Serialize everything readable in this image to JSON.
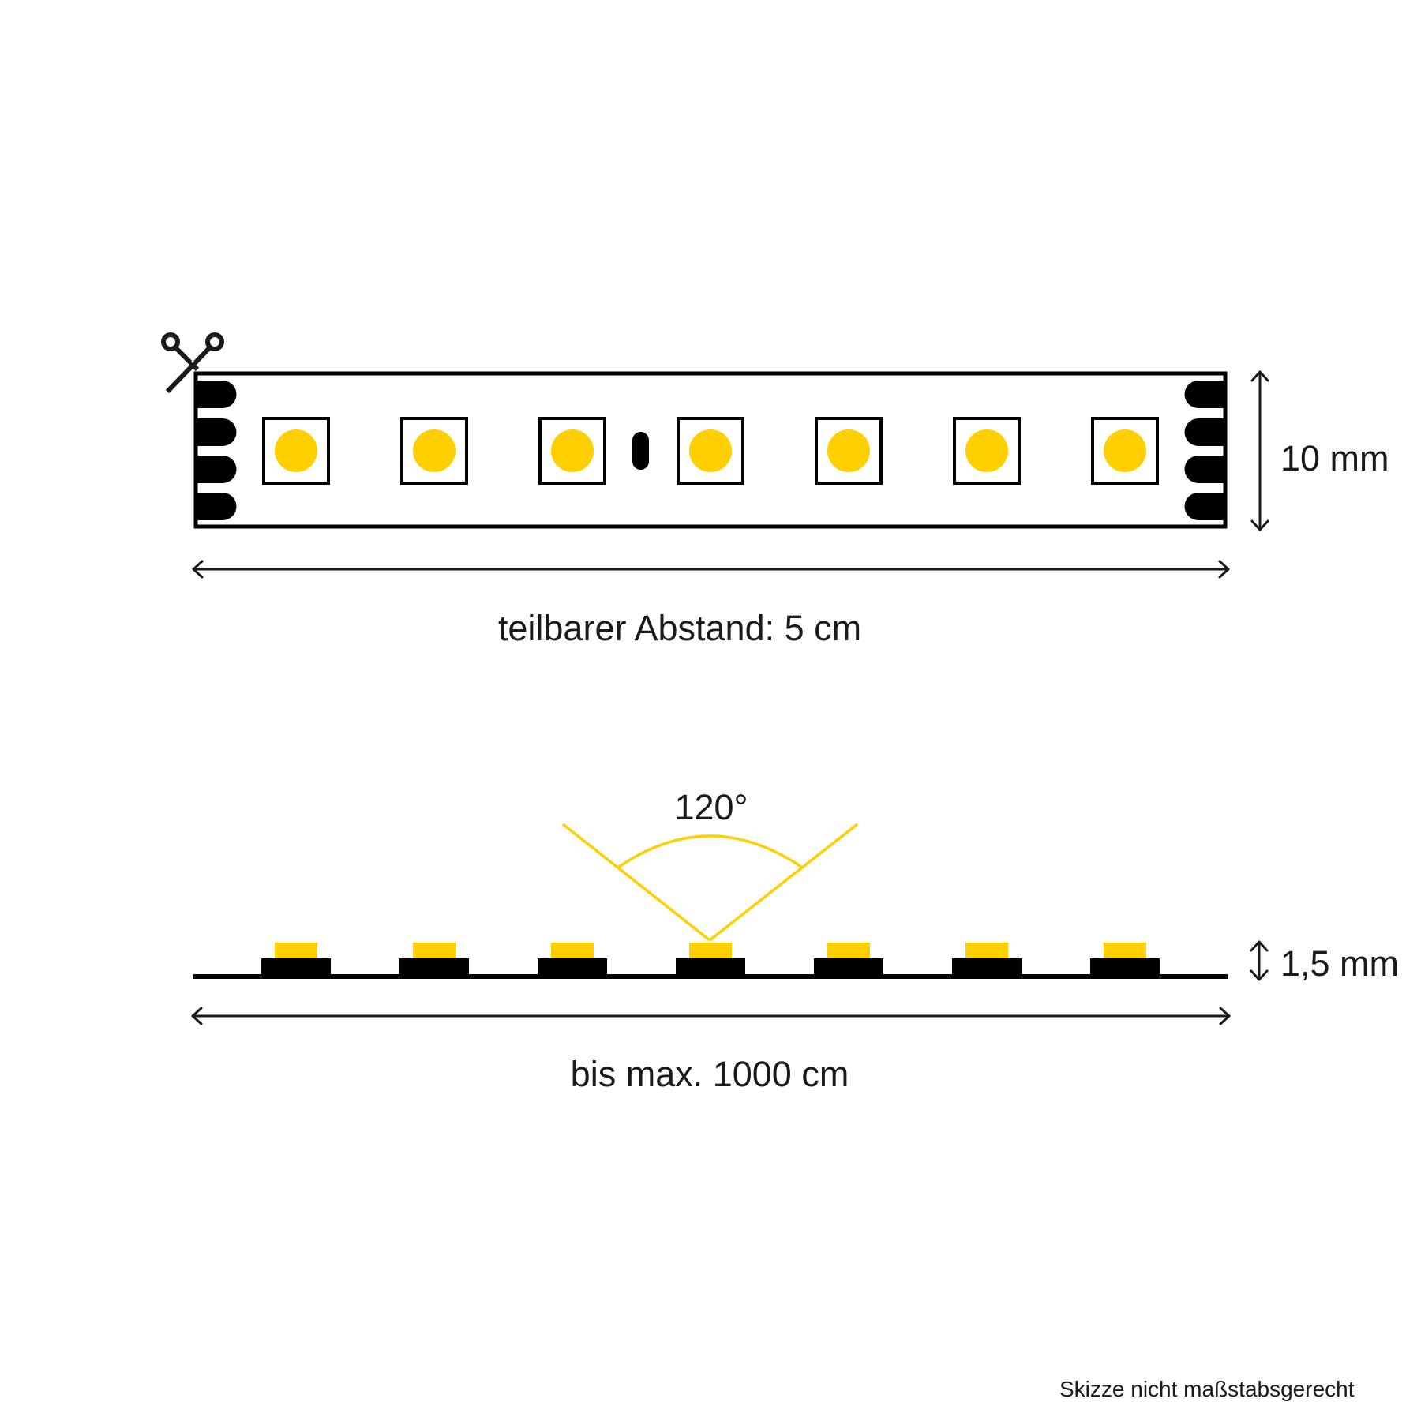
{
  "colors": {
    "led_yellow": "#FFCF00",
    "outline": "#000000",
    "text": "#1a1a1a",
    "background": "#FFFFFF"
  },
  "top_view": {
    "cut_icon": "scissors-icon",
    "led_count": 7,
    "height_label": "10 mm",
    "cut_distance_label": "teilbarer Abstand: 5 cm"
  },
  "side_view": {
    "led_count": 7,
    "beam_angle_label": "120°",
    "thickness_label": "1,5 mm",
    "length_label": "bis max. 1000 cm"
  },
  "footer": {
    "note": "Skizze nicht maßstabsgerecht"
  }
}
